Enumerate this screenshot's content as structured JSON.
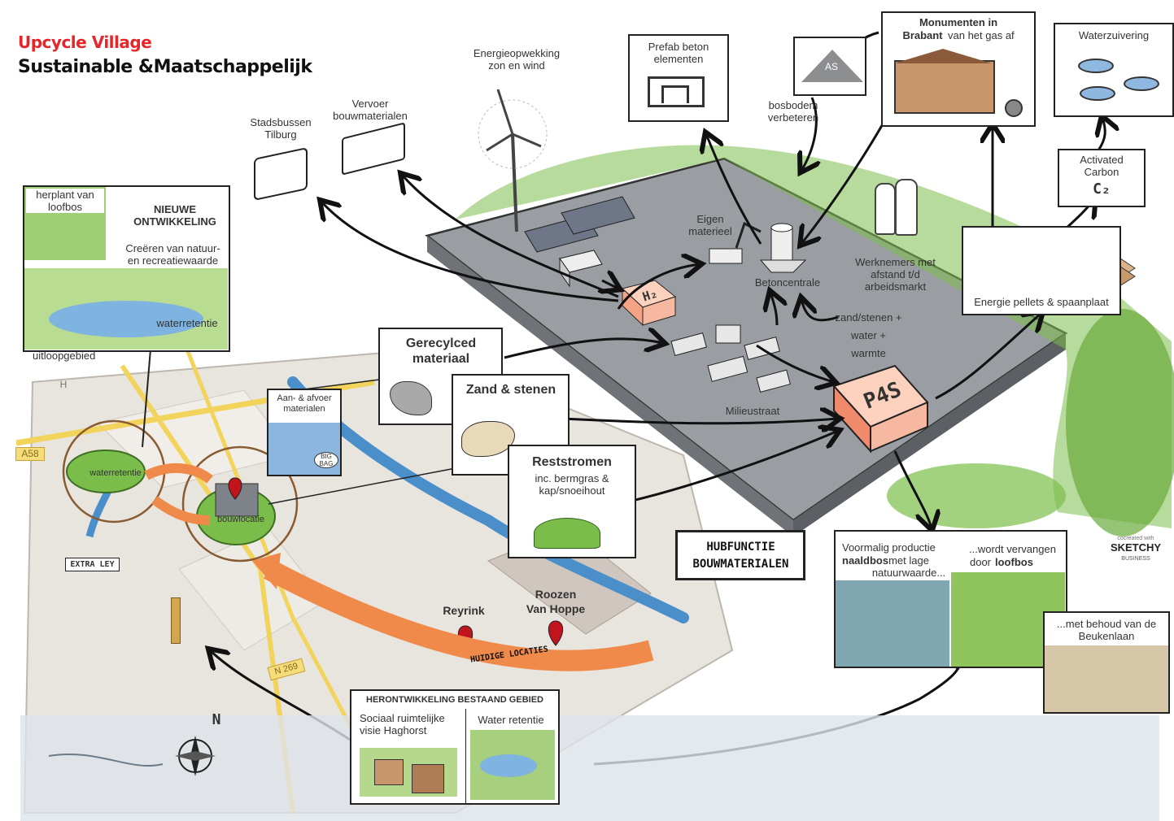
{
  "header": {
    "title": "Upcycle Village",
    "subtitle": "Sustainable &Maatschappelijk"
  },
  "top": {
    "stadsbussen": "Stadsbussen\nTilburg",
    "vervoer": "Vervoer\nbouwmaterialen",
    "energie": "Energieopwekking\nzon en wind",
    "prefab": "Prefab beton\nelementen",
    "bosbodem": "bosbodem\nverbeteren",
    "as": "AS",
    "monumenten_bold": "Monumenten in",
    "monumenten_bold2": "Brabant",
    "monumenten_rest": "van het gas af",
    "waterzuivering": "Waterzuivering",
    "activated": "Activated\nCarbon",
    "c2": "C₂"
  },
  "site": {
    "eigen_materieel": "Eigen\nmaterieel",
    "betoncentrale": "Betoncentrale",
    "werknemers": "Werknemers met\nafstand t/d\narbeidsmarkt",
    "h2": "H₂",
    "zand_water": "zand/stenen +\nwater +\nwarmte",
    "milieustraat": "Milieustraat",
    "p4s": "P4S",
    "energie_pellets": "Energie pellets & spaanplaat"
  },
  "inputs": {
    "gerecycled": "Gerecylced\nmateriaal",
    "zand_stenen": "Zand & stenen",
    "reststromen_title": "Reststromen",
    "reststromen_sub": "inc. bermgras &\nkap/snoeihout"
  },
  "hub": {
    "label": "HUBFUNCTIE\nBOUWMATERIALEN"
  },
  "nieuwe": {
    "herplant": "herplant van\nloofbos",
    "title": "NIEUWE\nONTWIKKELING",
    "creeren": "Creëren van natuur-\nen recreatiewaarde",
    "waterretentie": "waterretentie",
    "uitloop": "uitloopgebied"
  },
  "map": {
    "a58": "A58",
    "waterretentie": "waterretentie",
    "bouwlocatie": "bouwlocatie",
    "aanafvoer": "Aan- & afvoer\nmaterialen",
    "extra_ley": "EXTRA LEY",
    "h": "H",
    "n269": "N 269",
    "big_bag": "BIG\nBAG",
    "reyrink": "Reyrink",
    "roozen": "Roozen\nVan Hoppe",
    "huidige": "HUIDIGE LOCATIES",
    "north": "N"
  },
  "heront": {
    "title": "HERONTWIKKELING BESTAAND GEBIED",
    "sociaal": "Sociaal ruimtelijke\nvisie Haghorst",
    "water": "Water retentie"
  },
  "bos": {
    "voormalig_a": "Voormalig productie",
    "voormalig_b": "naaldbos",
    "voormalig_c": "met lage\nnatuurwaarde...",
    "wordt": "...wordt vervangen",
    "door": "door",
    "loofbos": "loofbos",
    "behoud": "...met behoud van de\nBeukenlaan"
  },
  "credit": {
    "small": "cocreated with",
    "brand": "SKETCHY",
    "sub": "BUSINESS"
  },
  "colors": {
    "accent_red": "#e8262a",
    "orange": "#f08a4b",
    "peach": "#f6b8a0",
    "green": "#7bbd4a",
    "water": "#4a8fc9",
    "gray_site": "#9a9da2"
  }
}
